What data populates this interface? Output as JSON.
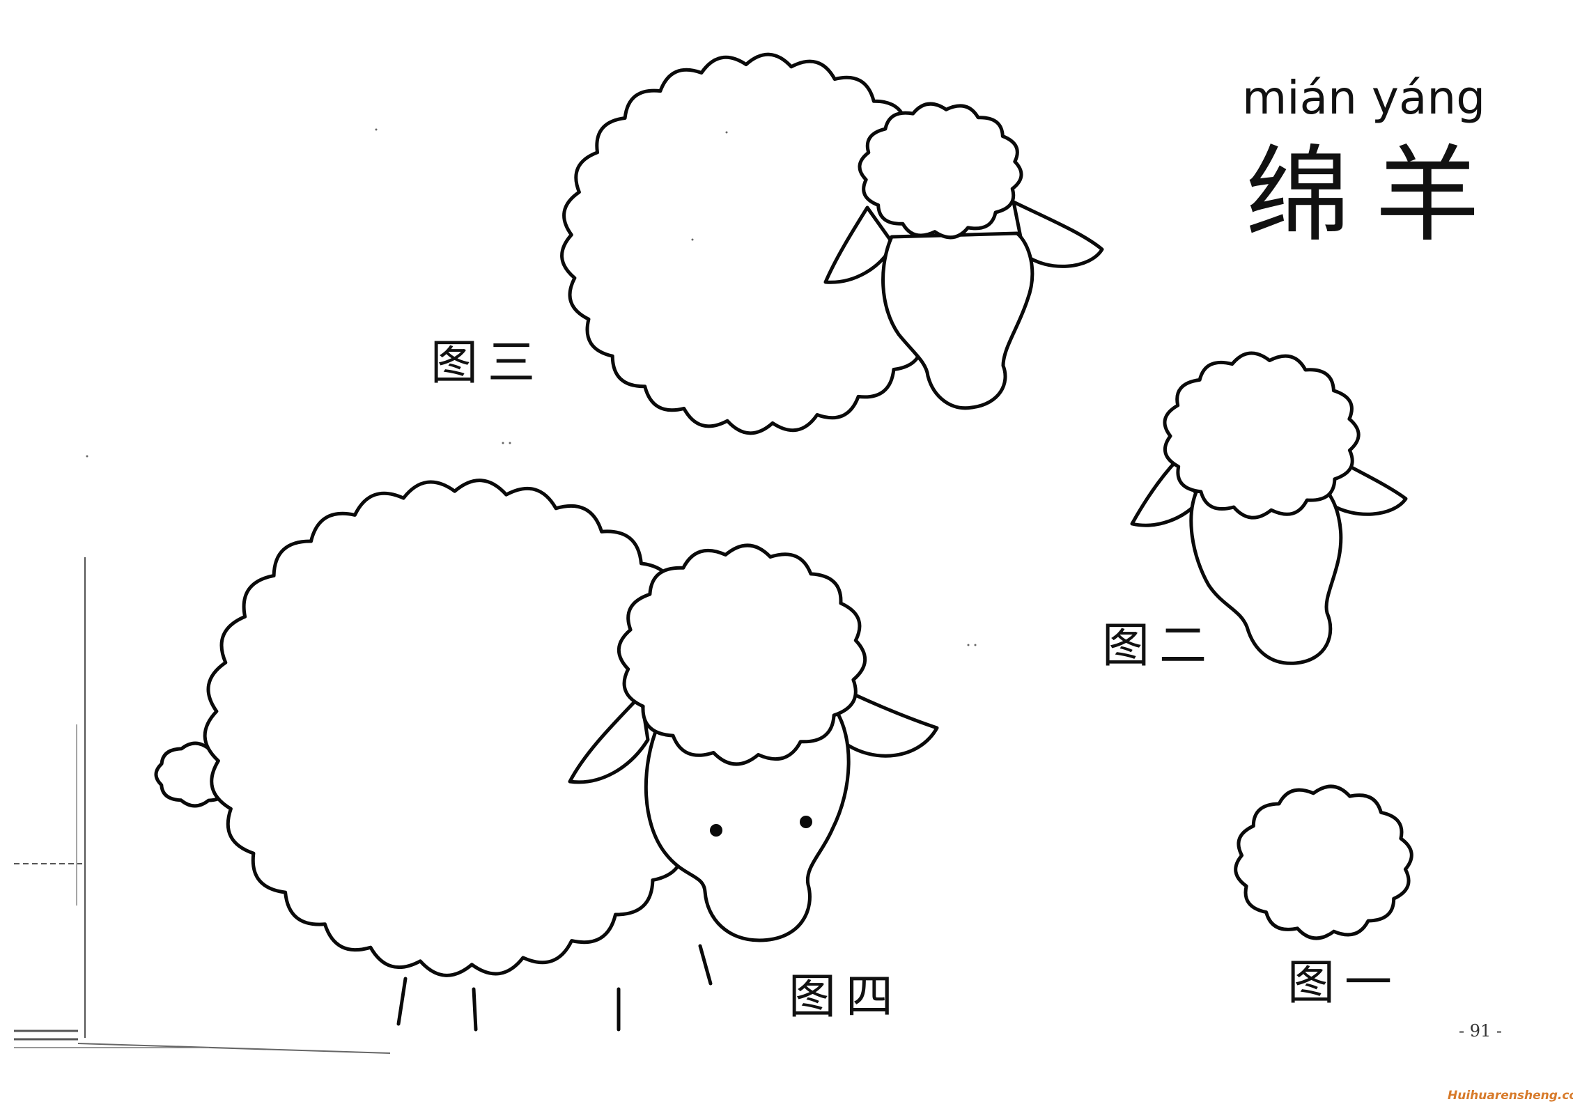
{
  "title": {
    "pinyin": "mián yáng",
    "hanzi": "绵羊"
  },
  "figures": {
    "step1": {
      "label": "图一"
    },
    "step2": {
      "label": "图二"
    },
    "step3": {
      "label": "图三"
    },
    "step4": {
      "label": "图四"
    }
  },
  "page_number": "- 91 -",
  "watermark": "Huihuarensheng.com",
  "colors": {
    "ink": "#0a0a0a",
    "paper": "#ffffff",
    "watermark": "#d77a2a"
  }
}
